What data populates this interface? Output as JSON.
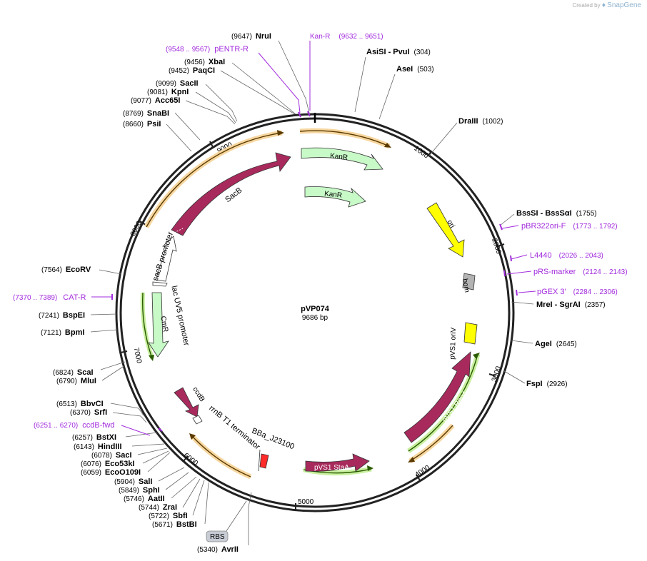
{
  "watermark": {
    "prefix": "Created by",
    "brand": "SnapGene"
  },
  "plasmid": {
    "name": "pVP074",
    "length_label": "9686 bp",
    "length_bp": 9686
  },
  "colors": {
    "enzyme": "#000000",
    "primer": "#a22cdd",
    "feature_maroon": "#a82a5c",
    "feature_green": "#c8fac8",
    "ori": "#ffff00",
    "bom": "#b3b3b3",
    "orf": "#d9a030"
  },
  "ticks": [
    "1000",
    "2000",
    "3000",
    "4000",
    "5000",
    "6000",
    "7000",
    "8000",
    "9000"
  ],
  "sites": [
    {
      "num": "(9647)",
      "name": "NruI"
    },
    {
      "num": "(304)",
      "name": "AsiSI  - PvuI"
    },
    {
      "num": "(503)",
      "name": "AseI"
    },
    {
      "num": "(9456)",
      "name": "XbaI"
    },
    {
      "num": "(9452)",
      "name": "PaqCI"
    },
    {
      "num": "(9099)",
      "name": "SacII"
    },
    {
      "num": "(9081)",
      "name": "KpnI"
    },
    {
      "num": "(9077)",
      "name": "Acc65I"
    },
    {
      "num": "(8769)",
      "name": "SnaBI"
    },
    {
      "num": "(8660)",
      "name": "PsiI"
    },
    {
      "num": "(1002)",
      "name": "DraIII"
    },
    {
      "num": "(1755)",
      "name": "BssSI  - BssSαI"
    },
    {
      "num": "(2357)",
      "name": "MreI  - SgrAI"
    },
    {
      "num": "(2645)",
      "name": "AgeI"
    },
    {
      "num": "(2926)",
      "name": "FspI"
    },
    {
      "num": "(7564)",
      "name": "EcoRV"
    },
    {
      "num": "(7241)",
      "name": "BspEI"
    },
    {
      "num": "(7121)",
      "name": "BpmI"
    },
    {
      "num": "(6824)",
      "name": "ScaI"
    },
    {
      "num": "(6790)",
      "name": "MluI"
    },
    {
      "num": "(6513)",
      "name": "BbvCI"
    },
    {
      "num": "(6370)",
      "name": "SrfI"
    },
    {
      "num": "(6257)",
      "name": "BstXI"
    },
    {
      "num": "(6143)",
      "name": "HindIII"
    },
    {
      "num": "(6078)",
      "name": "SacI"
    },
    {
      "num": "(6076)",
      "name": "Eco53kI"
    },
    {
      "num": "(6059)",
      "name": "EcoO109I"
    },
    {
      "num": "(5904)",
      "name": "SalI"
    },
    {
      "num": "(5849)",
      "name": "SphI"
    },
    {
      "num": "(5746)",
      "name": "AatII"
    },
    {
      "num": "(5744)",
      "name": "ZraI"
    },
    {
      "num": "(5722)",
      "name": "SbfI"
    },
    {
      "num": "(5671)",
      "name": "BstBI"
    },
    {
      "num": "(5340)",
      "name": "AvrII"
    }
  ],
  "primers": [
    {
      "name": "Kan-R",
      "range": "(9632 .. 9651)"
    },
    {
      "name": "pENTR-R",
      "range": "(9548 .. 9567)"
    },
    {
      "name": "pBR322ori-F",
      "range": "(1773 .. 1792)"
    },
    {
      "name": "L4440",
      "range": "(2026 .. 2043)"
    },
    {
      "name": "pRS-marker",
      "range": "(2124 .. 2143)"
    },
    {
      "name": "pGEX 3'",
      "range": "(2284 .. 2306)"
    },
    {
      "name": "CAT-R",
      "range": "(7370 .. 7389)"
    },
    {
      "name": "ccdB-fwd",
      "range": "(6251 .. 6270)"
    }
  ],
  "features": {
    "sacb": "SacB",
    "kanr_outer": "KanR",
    "kanr_inner": "KanR",
    "ori": "ori",
    "bom": "bom",
    "pvs1_oriv": "pVS1 oriV",
    "pvs1_repa": "pVS1 RepA",
    "pvs1_staa": "pVS1 StaA",
    "ccdb": "ccdB",
    "rrnb": "rrnB T1 terminator",
    "bba": "BBa_J23100",
    "rbs": "RBS",
    "cmr": "CmR",
    "sacb_promoter": "sacB promoter",
    "lac_uv5": "lac UV5 promoter"
  }
}
